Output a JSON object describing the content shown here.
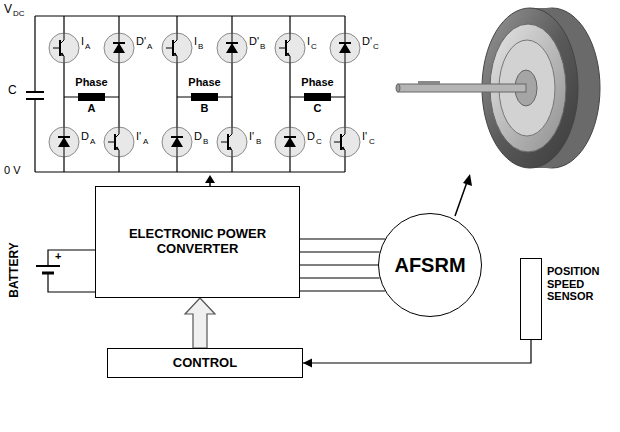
{
  "diagram": {
    "nodes": [
      {
        "text": [
          "ELECTRONIC POWER CONVERTER"
        ]
      },
      {
        "text": [
          "AFSRM"
        ]
      },
      {
        "text": [
          "POSITION SPEED SENSOR"
        ]
      },
      {
        "text": [
          "CONTROL"
        ]
      }
    ],
    "edges": [
      {
        "from": 0,
        "to": 1,
        "arrow": "none"
      },
      {
        "from": 0,
        "to": 1,
        "arrow": "none"
      },
      {
        "from": 0,
        "to": 1,
        "arrow": "none"
      },
      {
        "from": 0,
        "to": 1,
        "arrow": "none"
      },
      {
        "from": 0,
        "to": 1,
        "arrow": "none"
      },
      {
        "from": 2,
        "to": 3,
        "arrow": "to"
      },
      {
        "from": 3,
        "to": 0,
        "arrow": "to"
      }
    ],
    "labels": [
      "V",
      "DC",
      "C",
      "0 V",
      "I",
      "A",
      "D'",
      "A",
      "Phase",
      "A",
      "D",
      "A",
      "I'",
      "A",
      "I",
      "B",
      "D'",
      "B",
      "Phase",
      "B",
      "D",
      "B",
      "I'",
      "B",
      "I",
      "C",
      "D'",
      "C",
      "Phase",
      "C",
      "D",
      "C",
      "I'",
      "C",
      "+",
      "BATTERY"
    ]
  }
}
